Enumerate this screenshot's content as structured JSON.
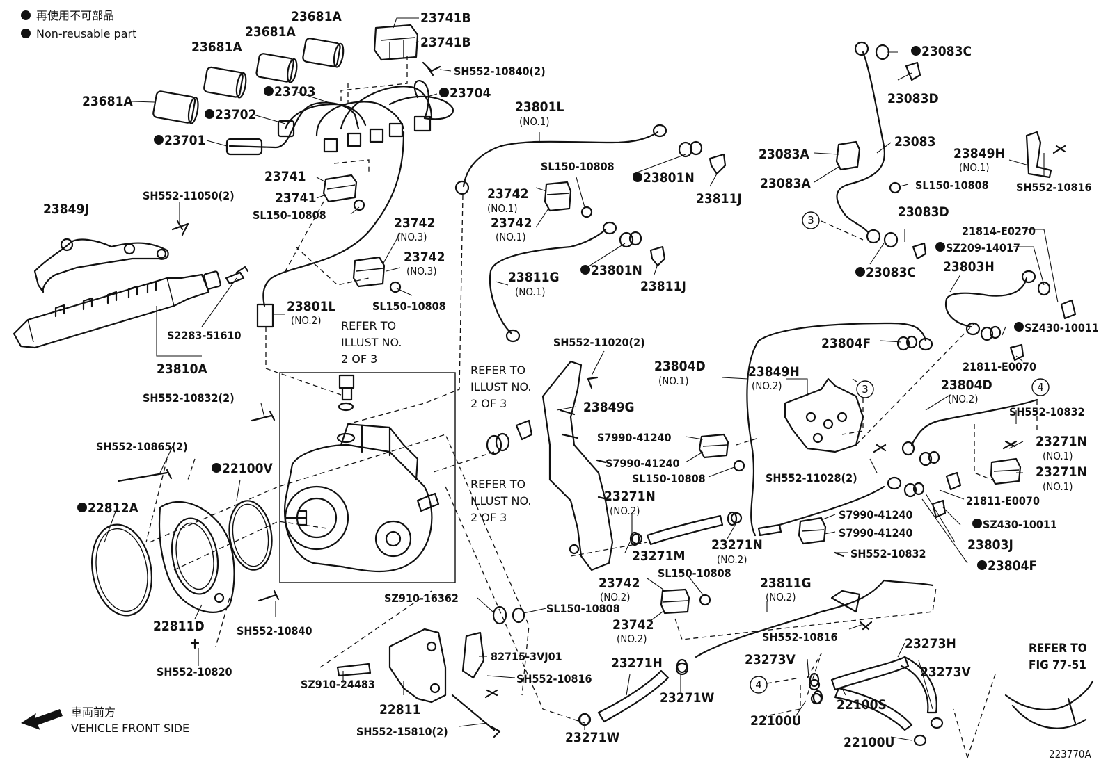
{
  "legend": {
    "jp": "再使用不可部品",
    "en": "Non-reusable part"
  },
  "direction": {
    "jp": "車両前方",
    "en": "VEHICLE FRONT SIDE"
  },
  "figure_id": "223770A",
  "refer": {
    "illust_lines": [
      "REFER TO",
      "ILLUST NO.",
      "2 OF 3"
    ],
    "fig_lines": [
      "REFER TO",
      "FIG 77-51"
    ]
  },
  "callouts": [
    "3",
    "4"
  ],
  "labels": [
    {
      "id": "l1",
      "text": "23681A",
      "dot": false
    },
    {
      "id": "l2",
      "text": "23681A",
      "dot": false
    },
    {
      "id": "l3",
      "text": "23681A",
      "dot": false
    },
    {
      "id": "l4",
      "text": "23681A",
      "dot": false
    },
    {
      "id": "l5",
      "text": "23741B",
      "dot": false
    },
    {
      "id": "l6",
      "text": "23741B",
      "dot": false
    },
    {
      "id": "l7",
      "text": "SH552-10840(2)",
      "dot": false
    },
    {
      "id": "l8",
      "text": "23703",
      "dot": true
    },
    {
      "id": "l9",
      "text": "23704",
      "dot": true
    },
    {
      "id": "l10",
      "text": "23702",
      "dot": true
    },
    {
      "id": "l11",
      "text": "23701",
      "dot": true
    },
    {
      "id": "l12",
      "text": "23741",
      "dot": false
    },
    {
      "id": "l13",
      "text": "23741",
      "dot": false
    },
    {
      "id": "l14",
      "text": "SL150-10808",
      "dot": false
    },
    {
      "id": "l15",
      "text": "SH552-11050(2)",
      "dot": false
    },
    {
      "id": "l16",
      "text": "23849J",
      "dot": false
    },
    {
      "id": "l17",
      "text": "S2283-51610",
      "dot": false
    },
    {
      "id": "l18",
      "text": "23810A",
      "dot": false
    },
    {
      "id": "l19",
      "text": "23801L",
      "dot": false
    },
    {
      "id": "l20",
      "text": "(NO.1)",
      "dot": false
    },
    {
      "id": "l21",
      "text": "SL150-10808",
      "dot": false
    },
    {
      "id": "l22",
      "text": "23801N",
      "dot": true
    },
    {
      "id": "l23",
      "text": "23811J",
      "dot": false
    },
    {
      "id": "l24",
      "text": "23742",
      "dot": false
    },
    {
      "id": "l25",
      "text": "(NO.1)",
      "dot": false
    },
    {
      "id": "l26",
      "text": "23742",
      "dot": false
    },
    {
      "id": "l27",
      "text": "(NO.1)",
      "dot": false
    },
    {
      "id": "l28",
      "text": "23742",
      "dot": false
    },
    {
      "id": "l29",
      "text": "(NO.3)",
      "dot": false
    },
    {
      "id": "l30",
      "text": "23742",
      "dot": false
    },
    {
      "id": "l31",
      "text": "(NO.3)",
      "dot": false
    },
    {
      "id": "l32",
      "text": "SL150-10808",
      "dot": false
    },
    {
      "id": "l33",
      "text": "23801N",
      "dot": true
    },
    {
      "id": "l34",
      "text": "23811J",
      "dot": false
    },
    {
      "id": "l35",
      "text": "23811G",
      "dot": false
    },
    {
      "id": "l36",
      "text": "(NO.1)",
      "dot": false
    },
    {
      "id": "l37",
      "text": "23801L",
      "dot": false
    },
    {
      "id": "l38",
      "text": "(NO.2)",
      "dot": false
    },
    {
      "id": "l39",
      "text": "SH552-10832(2)",
      "dot": false
    },
    {
      "id": "l40",
      "text": "SH552-10865(2)",
      "dot": false
    },
    {
      "id": "l41",
      "text": "22100V",
      "dot": true
    },
    {
      "id": "l42",
      "text": "22812A",
      "dot": true
    },
    {
      "id": "l43",
      "text": "22811D",
      "dot": false
    },
    {
      "id": "l44",
      "text": "SH552-10840",
      "dot": false
    },
    {
      "id": "l45",
      "text": "SH552-10820",
      "dot": false
    },
    {
      "id": "l46",
      "text": "SH552-11020(2)",
      "dot": false
    },
    {
      "id": "l47",
      "text": "23849G",
      "dot": false
    },
    {
      "id": "l48",
      "text": "S7990-41240",
      "dot": false
    },
    {
      "id": "l49",
      "text": "S7990-41240",
      "dot": false
    },
    {
      "id": "l50",
      "text": "SL150-10808",
      "dot": false
    },
    {
      "id": "l51",
      "text": "23271N",
      "dot": false
    },
    {
      "id": "l52",
      "text": "(NO.2)",
      "dot": false
    },
    {
      "id": "l53",
      "text": "23271M",
      "dot": false
    },
    {
      "id": "l54",
      "text": "23271N",
      "dot": false
    },
    {
      "id": "l55",
      "text": "(NO.2)",
      "dot": false
    },
    {
      "id": "l56",
      "text": "SZ910-16362",
      "dot": false
    },
    {
      "id": "l57",
      "text": "SL150-10808",
      "dot": false
    },
    {
      "id": "l58",
      "text": "82715-3VJ01",
      "dot": false
    },
    {
      "id": "l59",
      "text": "SH552-10816",
      "dot": false
    },
    {
      "id": "l60",
      "text": "SZ910-24483",
      "dot": false
    },
    {
      "id": "l61",
      "text": "22811",
      "dot": false
    },
    {
      "id": "l62",
      "text": "SH552-15810(2)",
      "dot": false
    },
    {
      "id": "l63",
      "text": "23742",
      "dot": false
    },
    {
      "id": "l64",
      "text": "(NO.2)",
      "dot": false
    },
    {
      "id": "l65",
      "text": "SL150-10808",
      "dot": false
    },
    {
      "id": "l66",
      "text": "23742",
      "dot": false
    },
    {
      "id": "l67",
      "text": "(NO.2)",
      "dot": false
    },
    {
      "id": "l68",
      "text": "23271H",
      "dot": false
    },
    {
      "id": "l69",
      "text": "23271W",
      "dot": false
    },
    {
      "id": "l70",
      "text": "23271W",
      "dot": false
    },
    {
      "id": "l71",
      "text": "23811G",
      "dot": false
    },
    {
      "id": "l72",
      "text": "(NO.2)",
      "dot": false
    },
    {
      "id": "l73",
      "text": "SH552-10816",
      "dot": false
    },
    {
      "id": "l74",
      "text": "23804D",
      "dot": false
    },
    {
      "id": "l75",
      "text": "(NO.1)",
      "dot": false
    },
    {
      "id": "l76",
      "text": "23849H",
      "dot": false
    },
    {
      "id": "l77",
      "text": "(NO.2)",
      "dot": false
    },
    {
      "id": "l78",
      "text": "SH552-11028(2)",
      "dot": false
    },
    {
      "id": "l79",
      "text": "S7990-41240",
      "dot": false
    },
    {
      "id": "l80",
      "text": "S7990-41240",
      "dot": false
    },
    {
      "id": "l81",
      "text": "SH552-10832",
      "dot": false
    },
    {
      "id": "l82",
      "text": "23804F",
      "dot": false
    },
    {
      "id": "l83",
      "text": "23083C",
      "dot": true
    },
    {
      "id": "l84",
      "text": "23083D",
      "dot": false
    },
    {
      "id": "l85",
      "text": "23083",
      "dot": false
    },
    {
      "id": "l86",
      "text": "23083A",
      "dot": false
    },
    {
      "id": "l87",
      "text": "23083A",
      "dot": false
    },
    {
      "id": "l88",
      "text": "SL150-10808",
      "dot": false
    },
    {
      "id": "l89",
      "text": "23083D",
      "dot": false
    },
    {
      "id": "l90",
      "text": "23083C",
      "dot": true
    },
    {
      "id": "l91",
      "text": "23849H",
      "dot": false
    },
    {
      "id": "l92",
      "text": "(NO.1)",
      "dot": false
    },
    {
      "id": "l93",
      "text": "SH552-10816",
      "dot": false
    },
    {
      "id": "l94",
      "text": "21814-E0270",
      "dot": false
    },
    {
      "id": "l95",
      "text": "SZ209-14017",
      "dot": true
    },
    {
      "id": "l96",
      "text": "23803H",
      "dot": false
    },
    {
      "id": "l97",
      "text": "SZ430-10011",
      "dot": true
    },
    {
      "id": "l98",
      "text": "21811-E0070",
      "dot": false
    },
    {
      "id": "l99",
      "text": "23804D",
      "dot": false
    },
    {
      "id": "l100",
      "text": "(NO.2)",
      "dot": false
    },
    {
      "id": "l101",
      "text": "SH552-10832",
      "dot": false
    },
    {
      "id": "l102",
      "text": "23271N",
      "dot": false
    },
    {
      "id": "l103",
      "text": "(NO.1)",
      "dot": false
    },
    {
      "id": "l104",
      "text": "23271N",
      "dot": false
    },
    {
      "id": "l105",
      "text": "(NO.1)",
      "dot": false
    },
    {
      "id": "l106",
      "text": "21811-E0070",
      "dot": false
    },
    {
      "id": "l107",
      "text": "SZ430-10011",
      "dot": true
    },
    {
      "id": "l108",
      "text": "23803J",
      "dot": false
    },
    {
      "id": "l109",
      "text": "23804F",
      "dot": true
    },
    {
      "id": "l110",
      "text": "23273H",
      "dot": false
    },
    {
      "id": "l111",
      "text": "23273V",
      "dot": false
    },
    {
      "id": "l112",
      "text": "23273V",
      "dot": false
    },
    {
      "id": "l113",
      "text": "22100S",
      "dot": false
    },
    {
      "id": "l114",
      "text": "22100U",
      "dot": false
    },
    {
      "id": "l115",
      "text": "22100U",
      "dot": false
    }
  ]
}
